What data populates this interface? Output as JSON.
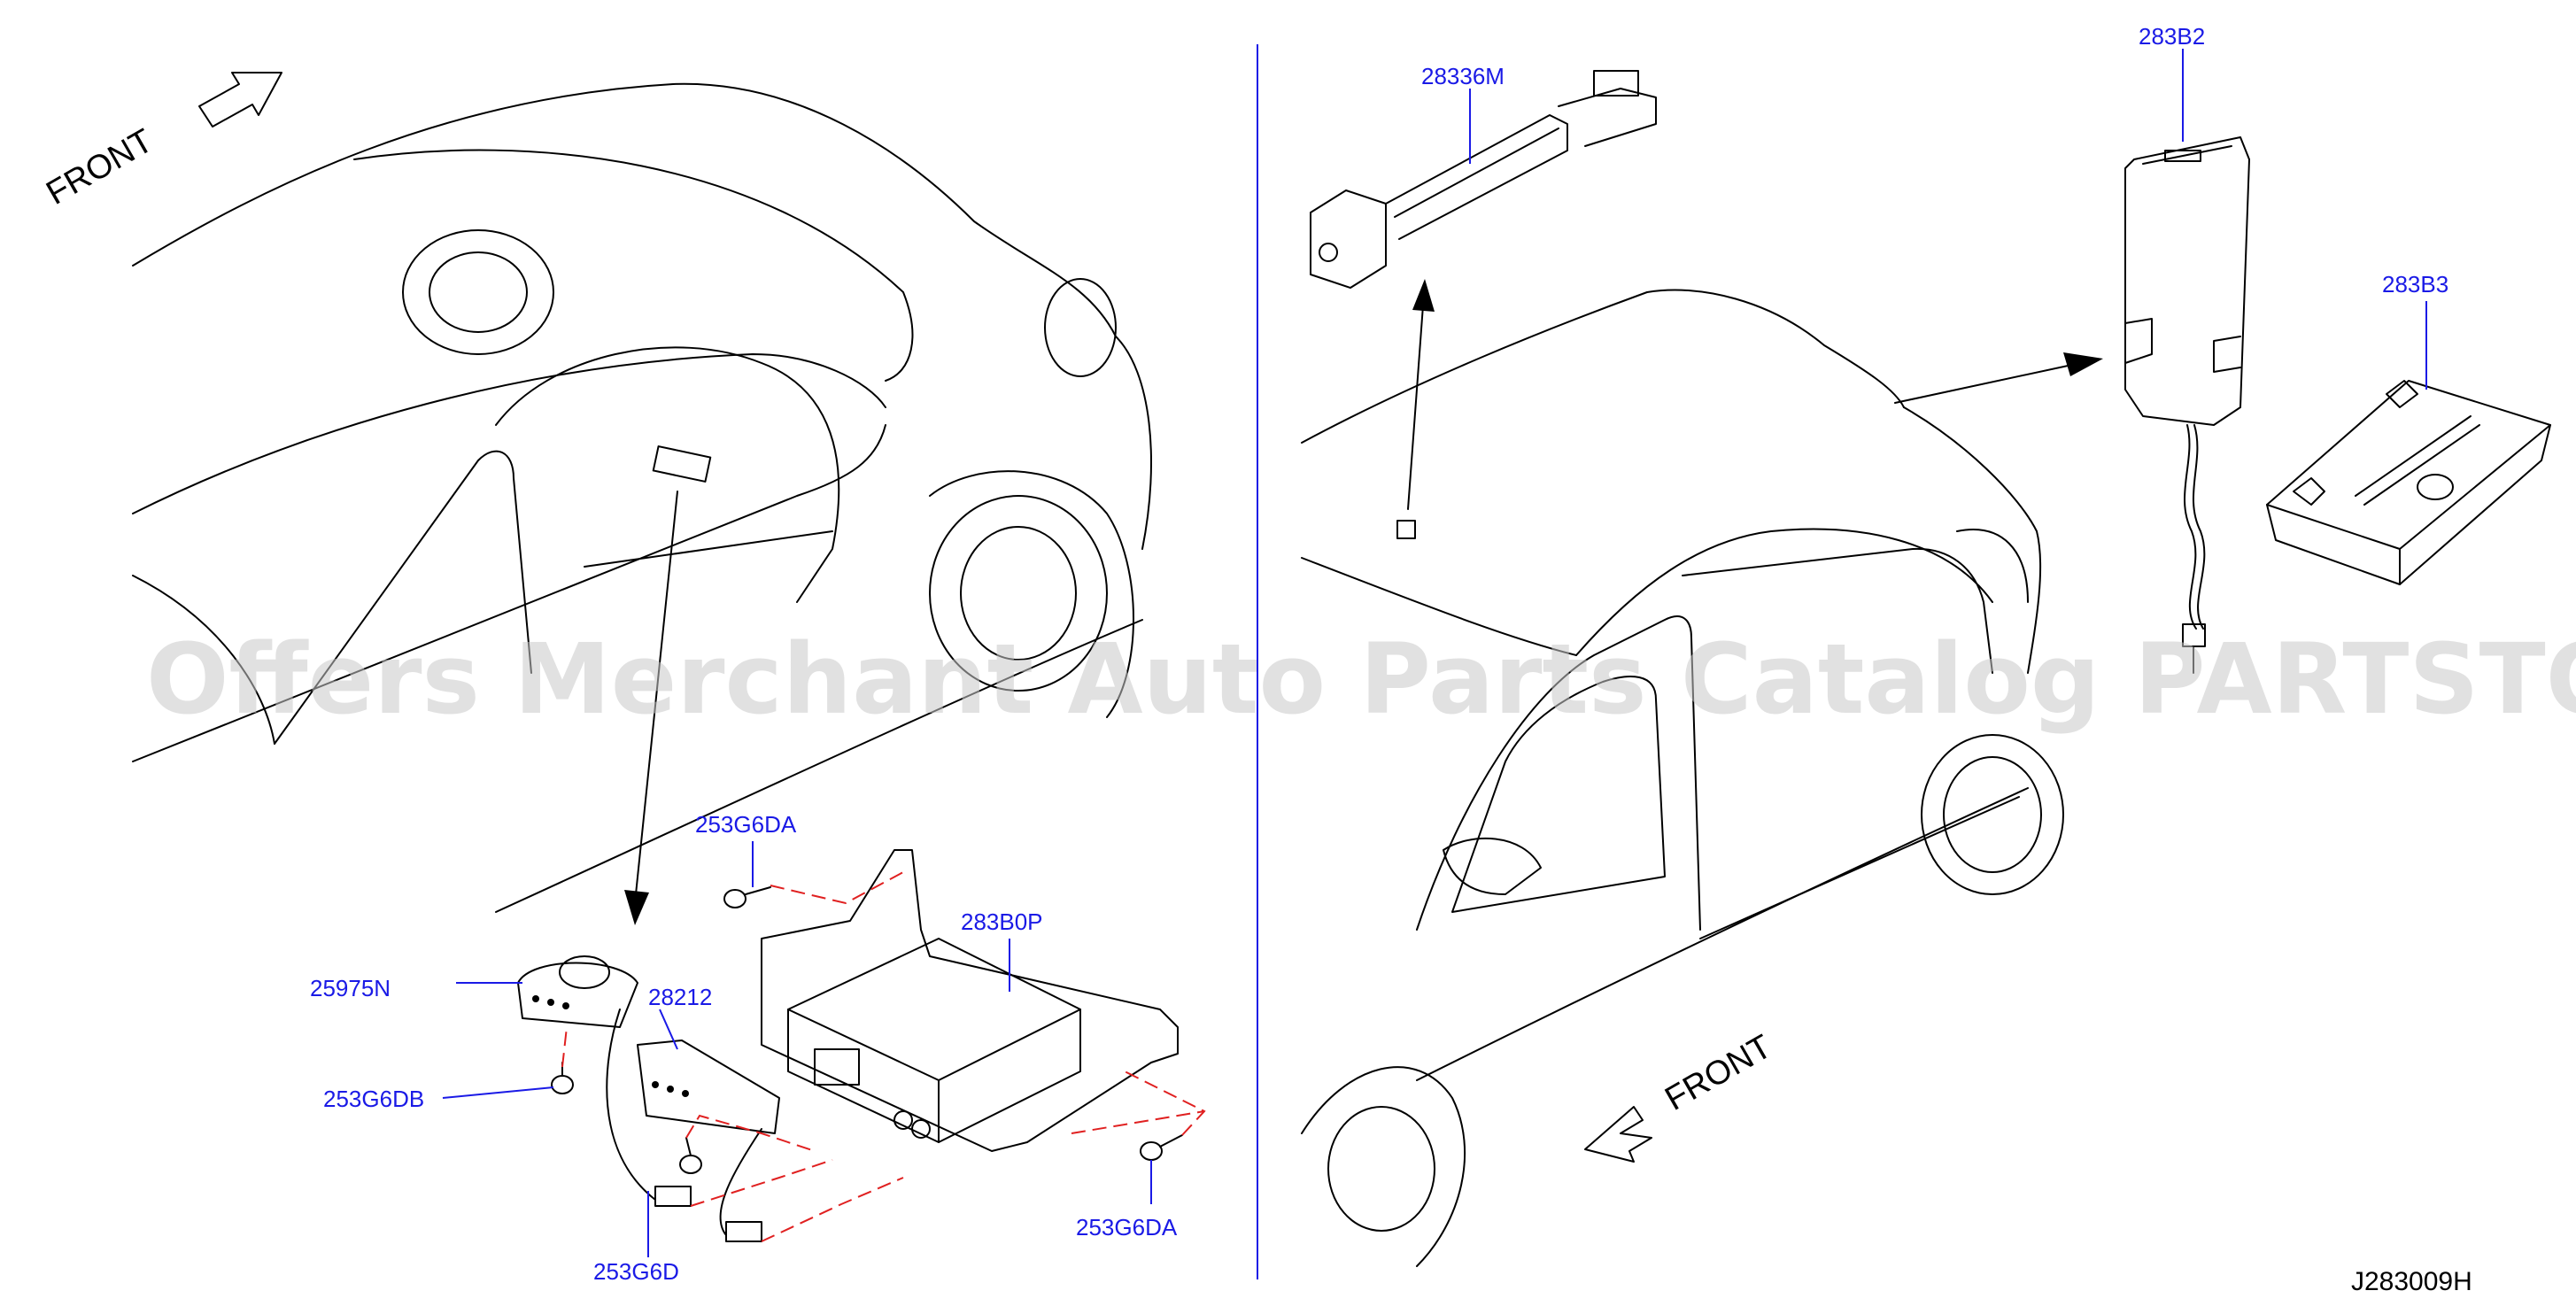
{
  "watermark": "Offers Merchant Auto Parts Catalog PARTSTORE.SA",
  "front_labels": {
    "left": "FRONT",
    "right": "FRONT"
  },
  "part_labels": {
    "p25975N": "25975N",
    "p28212": "28212",
    "p283B0P": "283B0P",
    "p253G6DA_top": "253G6DA",
    "p253G6DA_bottom": "253G6DA",
    "p253G6DB": "253G6DB",
    "p253G6D": "253G6D",
    "p28336M": "28336M",
    "p283B2": "283B2",
    "p283B3": "283B3"
  },
  "doc_code": "J283009H",
  "colors": {
    "label": "#1a1ae6",
    "line": "#000000",
    "phantom": "#e02020",
    "watermark": "#c8c8c8"
  }
}
